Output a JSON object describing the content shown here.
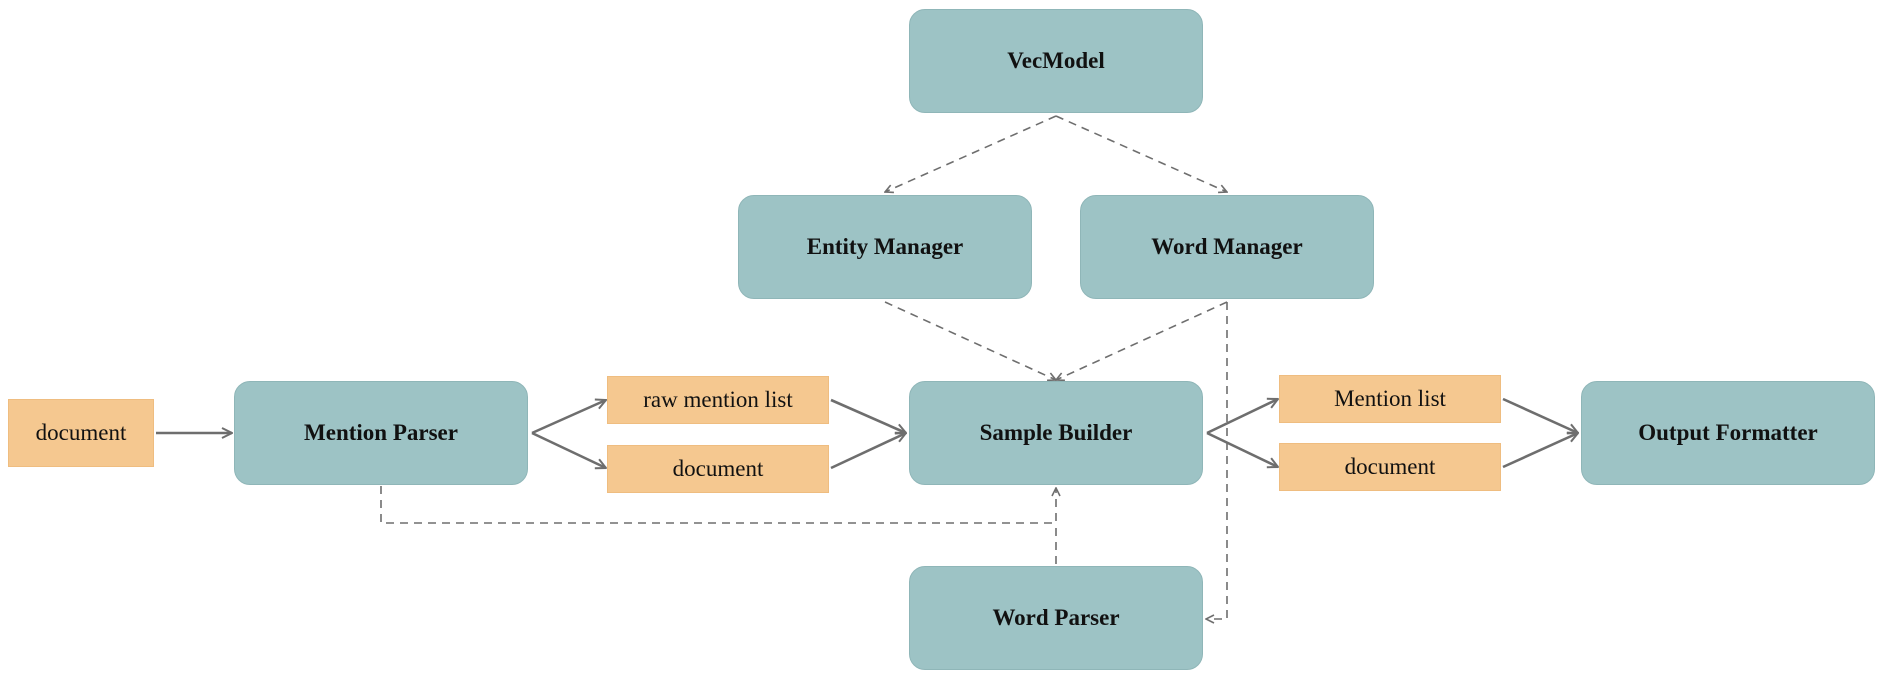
{
  "nodes": {
    "vecmodel": "VecModel",
    "entity_manager": "Entity Manager",
    "word_manager": "Word Manager",
    "mention_parser": "Mention Parser",
    "sample_builder": "Sample Builder",
    "output_formatter": "Output Formatter",
    "word_parser": "Word Parser"
  },
  "data_items": {
    "input_document": "document",
    "raw_mention_list": "raw mention list",
    "document_mid": "document",
    "mention_list": "Mention list",
    "document_out": "document"
  },
  "colors": {
    "process_fill": "#9dc3c5",
    "data_fill": "#f5c890",
    "arrow": "#6e6e6e"
  }
}
